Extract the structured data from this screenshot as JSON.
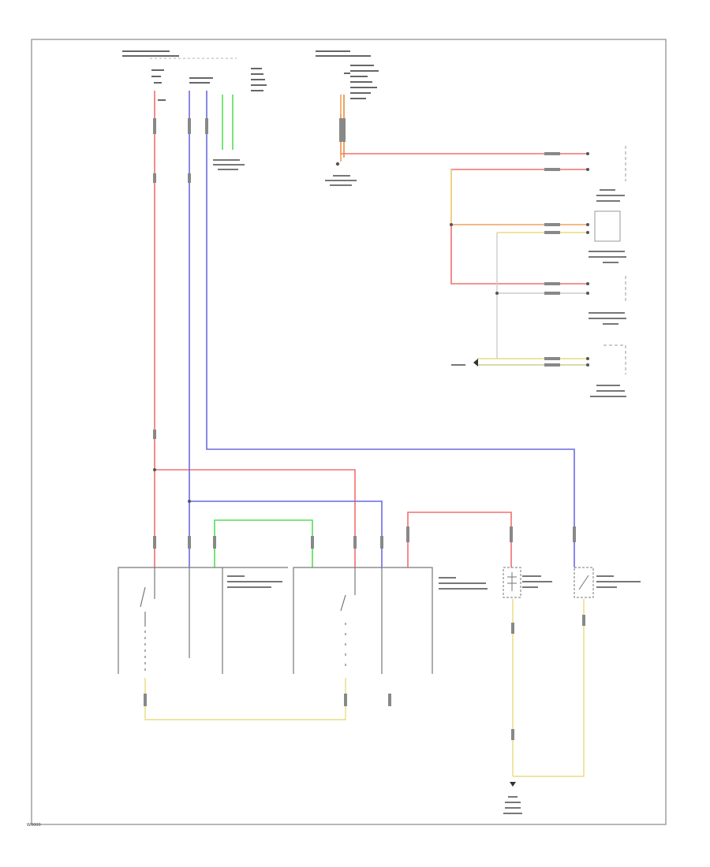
{
  "colors": {
    "frame": "#888888",
    "red_wire": "#f07070",
    "blue_wire": "#6a6ae0",
    "green_wire": "#55dd55",
    "yellow_wire": "#e8dc80",
    "orange_wire": "#f0a060",
    "gray_wire": "#b8b8b8",
    "component": "#777777"
  },
  "icons": [
    "ground-symbol",
    "switch-symbol",
    "connector-mark",
    "splice-dot"
  ],
  "footer_code": "W0000"
}
